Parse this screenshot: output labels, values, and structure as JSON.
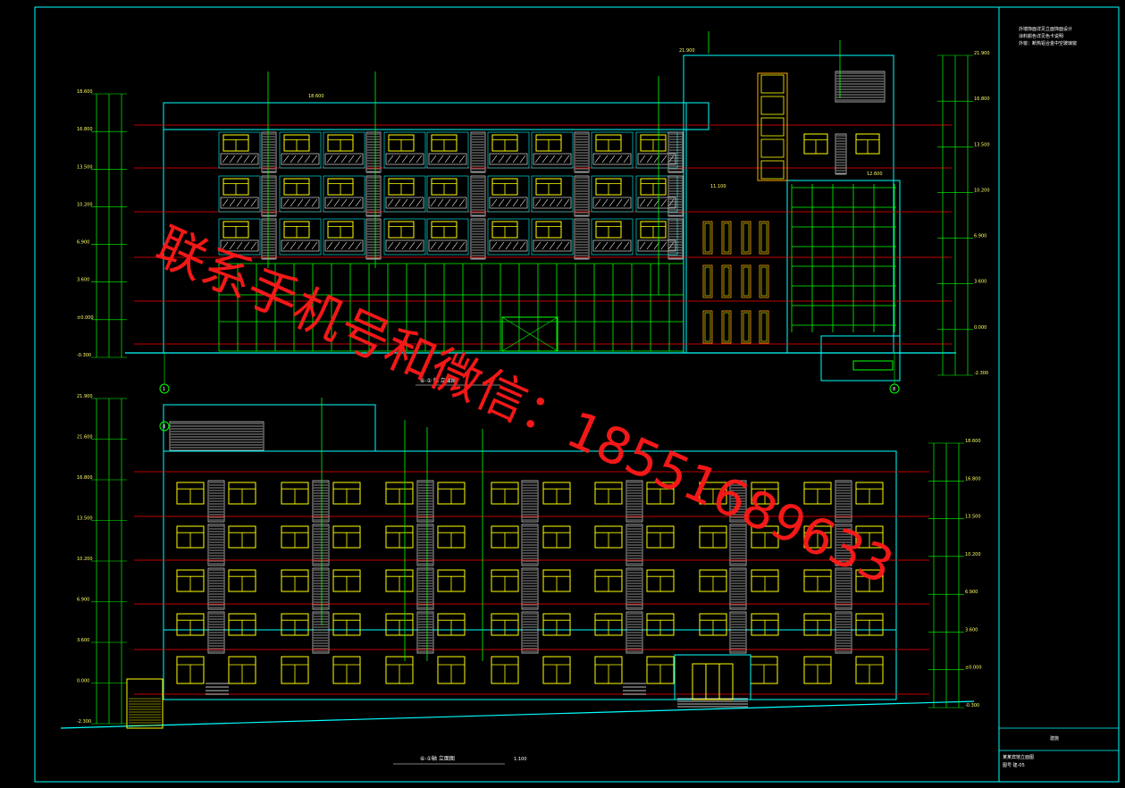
{
  "watermark": {
    "text": "联系手机号和微信：18551689633"
  },
  "drawing": {
    "line_color": "#00ffff",
    "window_color": "#ffff00",
    "glass_color": "#00ff00",
    "level_color": "#ff0000",
    "text_color": "#ffffff",
    "upper_elevation": {
      "title": "⑥-① 轴 立面图",
      "levels_left": [
        "18.600",
        "16.800",
        "13.500",
        "10.200",
        "6.900",
        "3.600",
        "±0.000",
        "-0.300"
      ],
      "levels_right": [
        "21.900",
        "16.800",
        "13.500",
        "10.200",
        "6.900",
        "3.600",
        "0.000",
        "-2.300"
      ],
      "top_marks": [
        "21.900",
        "18.600",
        "12.600",
        "11.100"
      ],
      "axis_left": "1",
      "axis_right": "8"
    },
    "lower_elevation": {
      "title": "⑥-①轴 立面图",
      "scale": "1:100",
      "levels_left": [
        "21.900",
        "21.600",
        "16.800",
        "13.500",
        "10.200",
        "6.900",
        "3.600",
        "0.000",
        "-2.300"
      ],
      "levels_right": [
        "18.600",
        "16.800",
        "13.500",
        "10.200",
        "6.900",
        "3.600",
        "±0.000",
        "-0.300"
      ],
      "axis_left": "8"
    },
    "title_block": {
      "line1": "外墙饰面详见立面饰面设计",
      "line2": "涂料颜色详见色卡说明",
      "line3": "外窗：断热铝合金中空玻璃窗",
      "sheet_no": "建施",
      "footer1": "某某宾馆立面图",
      "footer2": "图号 建-05"
    }
  }
}
